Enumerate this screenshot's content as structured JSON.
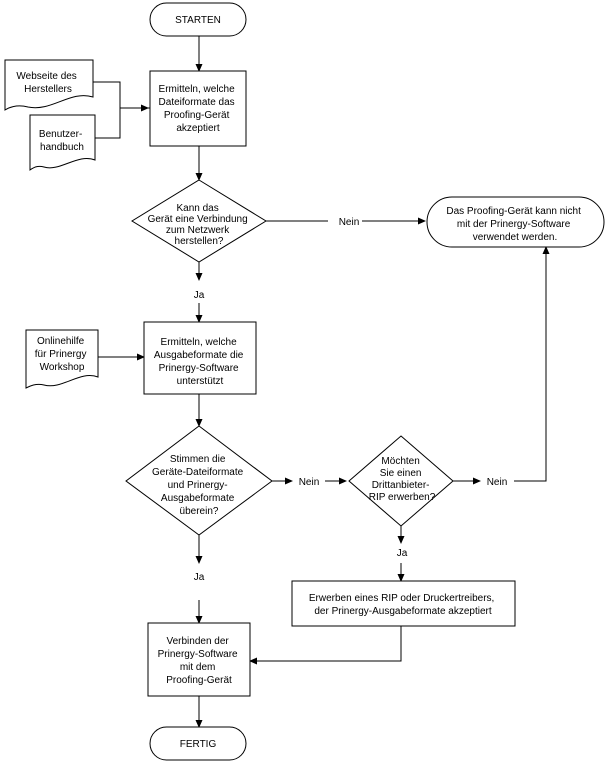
{
  "flowchart": {
    "start": "STARTEN",
    "end": "FERTIG",
    "sources": {
      "manufacturer_website": [
        "Webseite des",
        "Herstellers"
      ],
      "user_manual": [
        "Benutzer-",
        "handbuch"
      ],
      "online_help": [
        "Onlinehilfe",
        "für Prinergy",
        "Workshop"
      ]
    },
    "steps": {
      "determine_file_formats": [
        "Ermitteln, welche",
        "Dateiformate das",
        "Proofing-Gerät",
        "akzeptiert"
      ],
      "determine_output_formats": [
        "Ermitteln, welche",
        "Ausgabeformate die",
        "Prinergy-Software",
        "unterstützt"
      ],
      "acquire_rip": [
        "Erwerben eines RIP oder Druckertreibers,",
        "der Prinergy-Ausgabeformate akzeptiert"
      ],
      "connect": [
        "Verbinden der",
        "Prinergy-Software",
        "mit dem",
        "Proofing-Gerät"
      ]
    },
    "decisions": {
      "network": [
        "Kann das",
        "Gerät eine Verbindung",
        "zum Netzwerk",
        "herstellen?"
      ],
      "formats_match": [
        "Stimmen die",
        "Geräte-Dateiformate",
        "und Prinergy-",
        "Ausgabeformate",
        "überein?"
      ],
      "buy_rip": [
        "Möchten",
        "Sie einen",
        "Drittanbieter-",
        "RIP erwerben?"
      ]
    },
    "terminal_not_usable": [
      "Das Proofing-Gerät kann nicht",
      "mit der Prinergy-Software",
      "verwendet werden."
    ],
    "edge_labels": {
      "network_no": "Nein",
      "network_yes": "Ja",
      "formats_no": "Nein",
      "formats_yes": "Ja",
      "rip_no": "Nein",
      "rip_yes": "Ja"
    }
  }
}
